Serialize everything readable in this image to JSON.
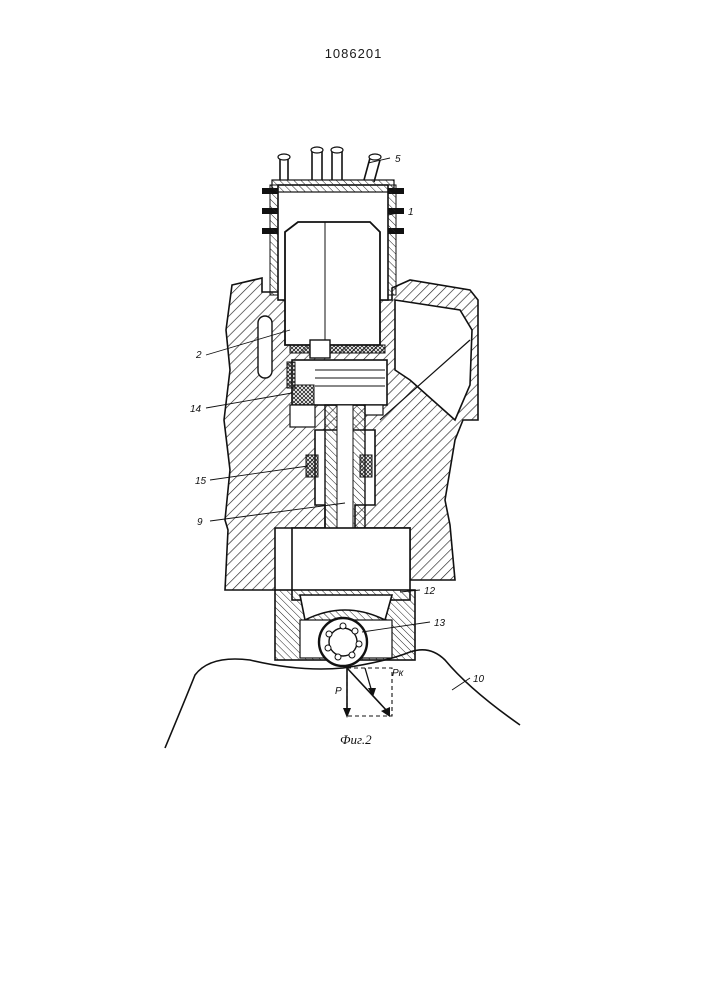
{
  "document": {
    "number": "1086201"
  },
  "figure": {
    "caption": "Фиг.2",
    "labels": {
      "l5": "5",
      "l1": "1",
      "l2": "2",
      "l14": "14",
      "l15": "15",
      "l9": "9",
      "l12": "12",
      "l13": "13",
      "l10": "10",
      "lP": "P",
      "lPk": "Pк"
    }
  }
}
